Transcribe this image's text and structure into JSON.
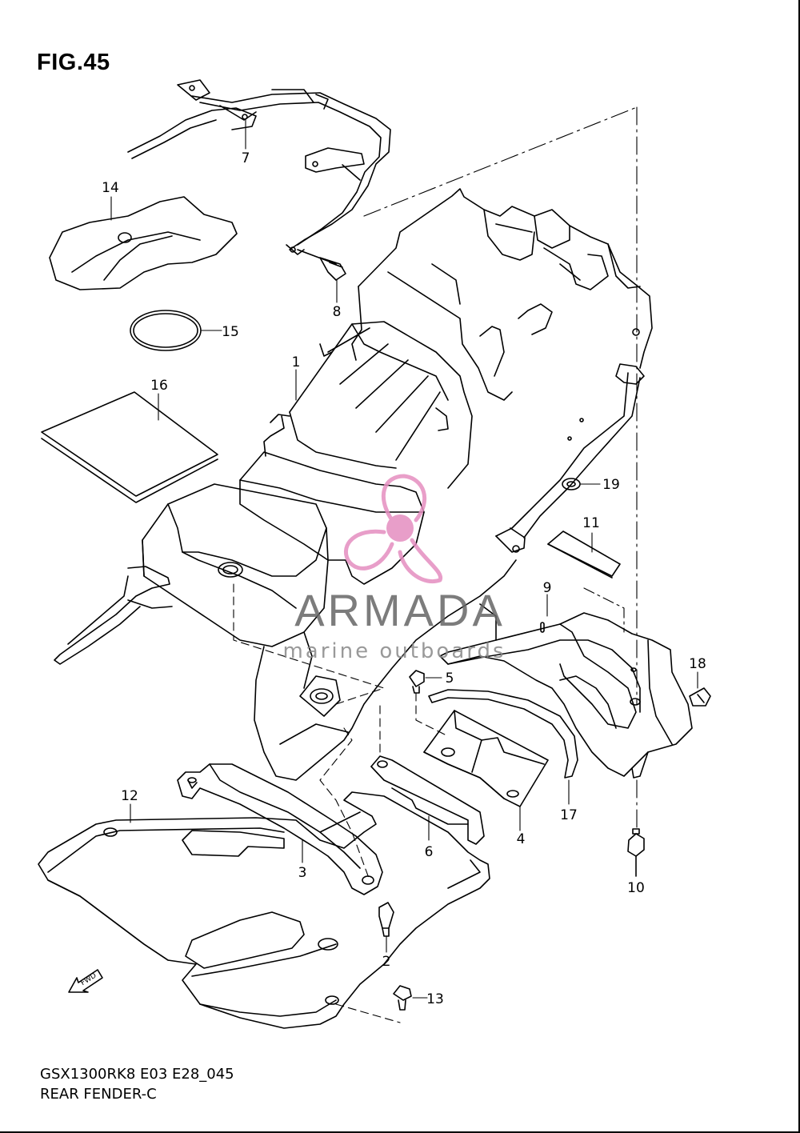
{
  "figure": {
    "title": "FIG.45",
    "model_code": "GSX1300RK8 E03 E28_045",
    "caption": "REAR FENDER-C"
  },
  "watermark": {
    "brand": "ARMADA",
    "tagline": "marine outboards",
    "color": "#e58ec0"
  },
  "fwd_badge": "FWD",
  "callouts": [
    {
      "id": "1"
    },
    {
      "id": "2"
    },
    {
      "id": "3"
    },
    {
      "id": "4"
    },
    {
      "id": "5"
    },
    {
      "id": "6"
    },
    {
      "id": "7"
    },
    {
      "id": "8"
    },
    {
      "id": "9"
    },
    {
      "id": "10"
    },
    {
      "id": "11"
    },
    {
      "id": "12"
    },
    {
      "id": "13"
    },
    {
      "id": "14"
    },
    {
      "id": "15"
    },
    {
      "id": "16"
    },
    {
      "id": "17"
    },
    {
      "id": "18"
    },
    {
      "id": "19"
    }
  ]
}
